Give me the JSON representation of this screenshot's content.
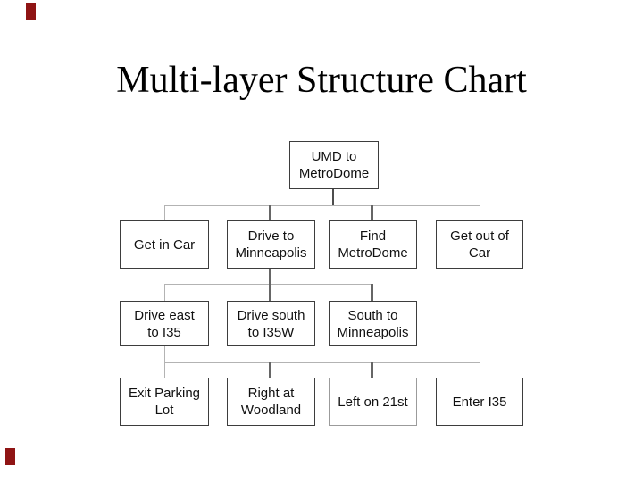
{
  "slide": {
    "title": "Multi-layer Structure Chart"
  },
  "diagram": {
    "type": "structure-chart",
    "root": {
      "label": "UMD to\nMetroDome"
    },
    "levels": [
      {
        "parent": "UMD to MetroDome",
        "nodes": [
          "Get in Car",
          "Drive to\nMinneapolis",
          "Find\nMetroDome",
          "Get out of\nCar"
        ]
      },
      {
        "parent": "Drive to Minneapolis",
        "nodes": [
          "Drive east\nto I35",
          "Drive south\nto I35W",
          "South to\nMinneapolis"
        ]
      },
      {
        "parent": "Drive east to I35",
        "nodes": [
          "Exit Parking\nLot",
          "Right at\nWoodland",
          "Left on 21st",
          "Enter I35"
        ]
      }
    ]
  },
  "colors": {
    "accent-red": "#8f1414",
    "box-border": "#3d3d3d",
    "box-border-light": "#9b9b9b",
    "line-light": "#b3b3b3",
    "line-dark": "#666666",
    "stem-dark": "#4d4d4d",
    "text": "#111111"
  }
}
